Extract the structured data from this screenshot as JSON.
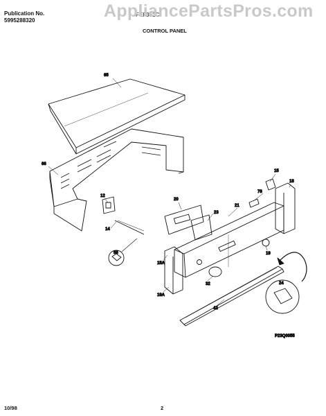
{
  "header": {
    "publication_label": "Publication No.",
    "publication_number": "5995288320",
    "model": "FEF352C",
    "watermark": "AppliancePartsPros.com",
    "section_title": "CONTROL PANEL"
  },
  "parts": {
    "p65": "65",
    "p66": "66",
    "p12": "12",
    "p14": "14",
    "p58": "58",
    "p15A": "15A",
    "p19A": "19A",
    "p20": "20",
    "p23": "23",
    "p21": "21",
    "p78": "78",
    "p15": "15",
    "p18": "18",
    "p19": "19",
    "p32": "32",
    "p24": "24",
    "p42": "42"
  },
  "drawing_code": "P23Q0055",
  "footer": {
    "date": "10/98",
    "page": "2"
  },
  "colors": {
    "line": "#111111",
    "watermark": "#c9c9c9"
  }
}
